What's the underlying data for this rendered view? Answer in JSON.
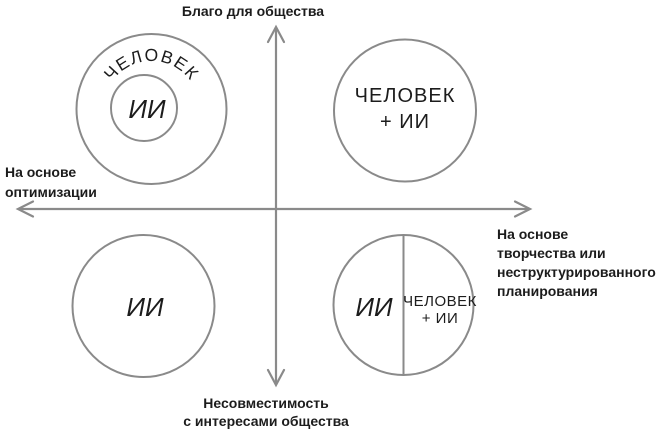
{
  "figure": {
    "background": "#ffffff",
    "stroke_color": "#8a8a8a",
    "text_color": "#1c1c1c",
    "axes": {
      "top_label": "Благо для общества",
      "bottom_label_line1": "Несовместимость",
      "bottom_label_line2": "с интересами общества",
      "left_label_line1": "На основе",
      "left_label_line2": "оптимизации",
      "right_label_line1": "На основе",
      "right_label_line2": "творчества или",
      "right_label_line3": "неструктурированного",
      "right_label_line4": "планирования"
    },
    "quadrant_top_left": {
      "outer_label": "ЧЕЛОВЕК",
      "inner_label": "ИИ"
    },
    "quadrant_top_right": {
      "label_line1": "ЧЕЛОВЕК",
      "label_line2": "+ ИИ"
    },
    "quadrant_bottom_left": {
      "label": "ИИ"
    },
    "quadrant_bottom_right": {
      "left_label": "ИИ",
      "right_label_line1": "ЧЕЛОВЕК",
      "right_label_line2": "+ ИИ"
    }
  }
}
